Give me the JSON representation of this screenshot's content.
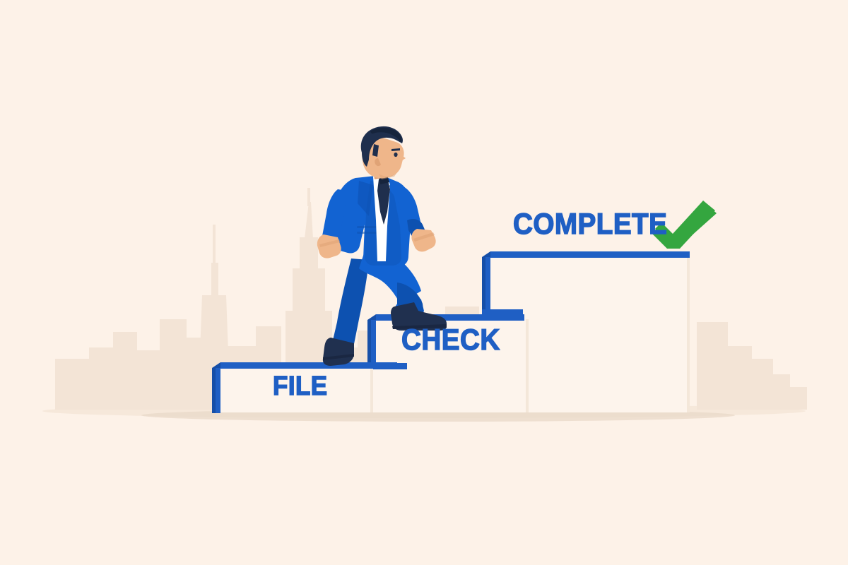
{
  "illustration": {
    "title": "Business process steps: File, Check, Complete",
    "background_color": "#fdf2e8",
    "accent_blue": "#1f5fc4",
    "step_face_color": "#fdf4ec",
    "skyline_color": "#f2e3d5",
    "check_green": "#34a63f",
    "suit_blue": "#1263d2",
    "suit_blue_dark": "#0d51b0",
    "hair_navy": "#1f2f4d",
    "shoe_navy": "#20304f",
    "skin_tone": "#efb68a",
    "shirt_white": "#ffffff"
  },
  "steps": [
    {
      "id": "file",
      "label": "FILE",
      "order": 1,
      "state": "passed"
    },
    {
      "id": "check",
      "label": "CHECK",
      "order": 2,
      "state": "current"
    },
    {
      "id": "complete",
      "label": "COMPLETE",
      "order": 3,
      "state": "goal"
    }
  ],
  "icons": {
    "checkmark": "check-mark-icon"
  },
  "character": {
    "name": "businessman-climbing",
    "description": "Businessman in blue suit climbing the steps"
  },
  "background": {
    "skyline": "city-skyline-silhouette",
    "ground": "ground-shadow"
  }
}
